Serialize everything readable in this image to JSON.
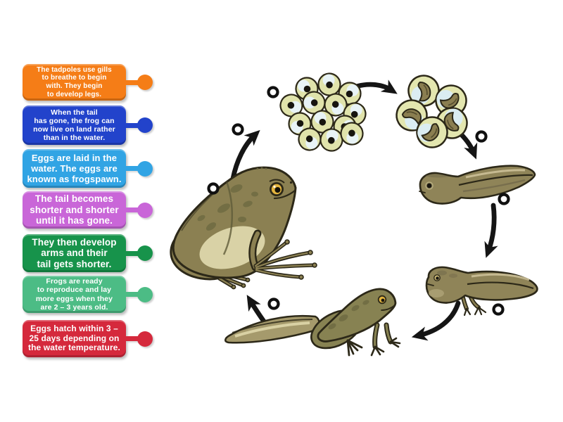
{
  "page": {
    "background": "#ffffff"
  },
  "labels": [
    {
      "id": "tadpoles-use-gills",
      "color": "#F57D17",
      "text": "The tadpoles use gills\nto breathe to begin\nwith. They begin\nto develop legs."
    },
    {
      "id": "tail-gone-live-on-land",
      "color": "#2243CB",
      "text": "When the tail\nhas gone, the frog can\nnow live on land rather\nthan in the water."
    },
    {
      "id": "eggs-laid-frogspawn",
      "color": "#31A4E4",
      "text": "Eggs are laid in the\nwater. The eggs are\nknown as frogspawn."
    },
    {
      "id": "tail-becomes-shorter",
      "color": "#C966D8",
      "text": "The tail becomes\nshorter and shorter\nuntil it has gone."
    },
    {
      "id": "develop-arms",
      "color": "#17934B",
      "text": "They then develop\narms and their\ntail gets shorter."
    },
    {
      "id": "ready-to-reproduce",
      "color": "#4CBC85",
      "text": "Frogs are ready\nto reproduce and lay\nmore eggs when they\nare 2 – 3 years old."
    },
    {
      "id": "eggs-hatch-3-25-days",
      "color": "#D5293C",
      "text": "Eggs hatch within 3 –\n25 days depending on\nthe water temperature."
    }
  ],
  "diagram": {
    "arrow_color": "#151515",
    "answer_spot_ring": "#101010",
    "answer_spot_fill": "#ffffff",
    "stages": [
      {
        "id": "frogspawn"
      },
      {
        "id": "hatching-eggs"
      },
      {
        "id": "tadpole"
      },
      {
        "id": "tadpole-with-legs"
      },
      {
        "id": "froglet"
      },
      {
        "id": "adult-frog"
      }
    ],
    "answer_spot_count": 7
  },
  "palette": {
    "egg_shell": "#e0e3ab",
    "egg_glint": "#e8f3f6",
    "egg_yolk": "#17150f",
    "embryo": "#8a7e50",
    "body_olive": "#8b8052",
    "outline_dark": "#2c2818",
    "tail_light": "#ccc098",
    "belly_cream": "#d9d2a6",
    "eye_gold": "#e3b43e"
  }
}
